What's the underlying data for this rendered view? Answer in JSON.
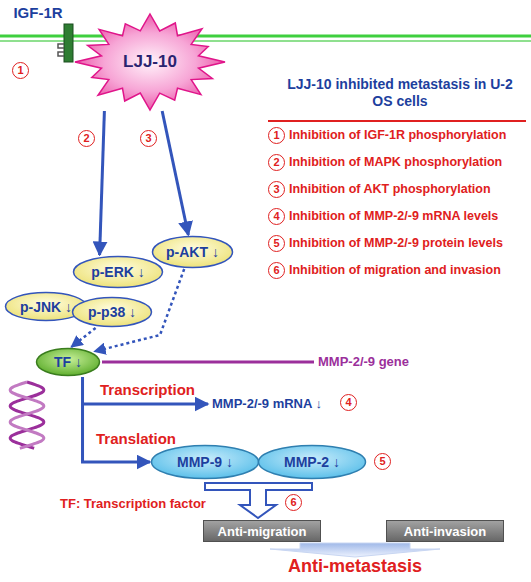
{
  "diagram": {
    "nodes": [
      {
        "text": [
          "IGF-1R"
        ]
      },
      {
        "text": [
          "LJJ-10"
        ]
      },
      {
        "text": [
          "p-ERK ↓"
        ]
      },
      {
        "text": [
          "p-AKT ↓"
        ]
      },
      {
        "text": [
          "p-JNK ↓"
        ]
      },
      {
        "text": [
          "p-p38 ↓"
        ]
      },
      {
        "text": [
          "TF ↓"
        ]
      },
      {
        "text": [
          "MMP-9 ↓"
        ]
      },
      {
        "text": [
          "MMP-2 ↓"
        ]
      },
      {
        "text": [
          "Anti-migration"
        ]
      },
      {
        "text": [
          "Anti-invasion"
        ]
      }
    ],
    "edges": [
      {
        "from": 1,
        "to": 2,
        "arrow": "to"
      },
      {
        "from": 1,
        "to": 3,
        "arrow": "to"
      },
      {
        "from": 5,
        "to": 6,
        "arrow": "to"
      },
      {
        "from": 3,
        "to": 6,
        "arrow": "to"
      },
      {
        "from": 6,
        "to": 7,
        "arrow": "to"
      }
    ],
    "labels": [
      "1",
      "LJJ-10 inhibited metastasis in U-2 OS cells",
      "1",
      "2",
      "3",
      "4",
      "5",
      "6",
      "Inhibition of IGF-1R phosphorylation",
      "Inhibition of MAPK phosphorylation",
      "Inhibition of AKT phosphorylation",
      "Inhibition of MMP-2/-9 mRNA levels",
      "Inhibition of MMP-2/-9 protein levels",
      "Inhibition of migration and invasion",
      "2",
      "3",
      "MMP-2/-9 gene",
      "Transcription",
      "MMP-2/-9 mRNA ↓",
      "4",
      "Translation",
      "5",
      "TF: Transcription factor",
      "6",
      "Anti-metastasis"
    ]
  }
}
